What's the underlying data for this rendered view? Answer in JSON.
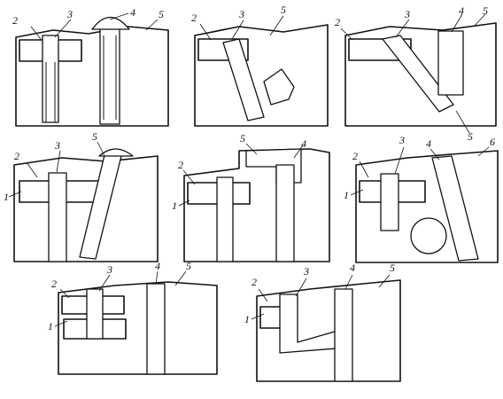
{
  "views": [
    {
      "id": "a",
      "labels": [
        "2",
        "3",
        "4",
        "5"
      ]
    },
    {
      "id": "b",
      "labels": [
        "2",
        "3",
        "5"
      ]
    },
    {
      "id": "c",
      "labels": [
        "2",
        "3",
        "4",
        "5",
        "5"
      ]
    },
    {
      "id": "d",
      "labels": [
        "2",
        "3",
        "5",
        "1"
      ]
    },
    {
      "id": "e",
      "labels": [
        "2",
        "5",
        "4",
        "1"
      ]
    },
    {
      "id": "f",
      "labels": [
        "2",
        "3",
        "4",
        "6",
        "1"
      ]
    },
    {
      "id": "g",
      "labels": [
        "2",
        "3",
        "4",
        "5",
        "1"
      ]
    },
    {
      "id": "h",
      "labels": [
        "2",
        "3",
        "4",
        "5",
        "1"
      ]
    }
  ],
  "colors": {
    "ink": "#111111",
    "paper": "#ffffff"
  }
}
